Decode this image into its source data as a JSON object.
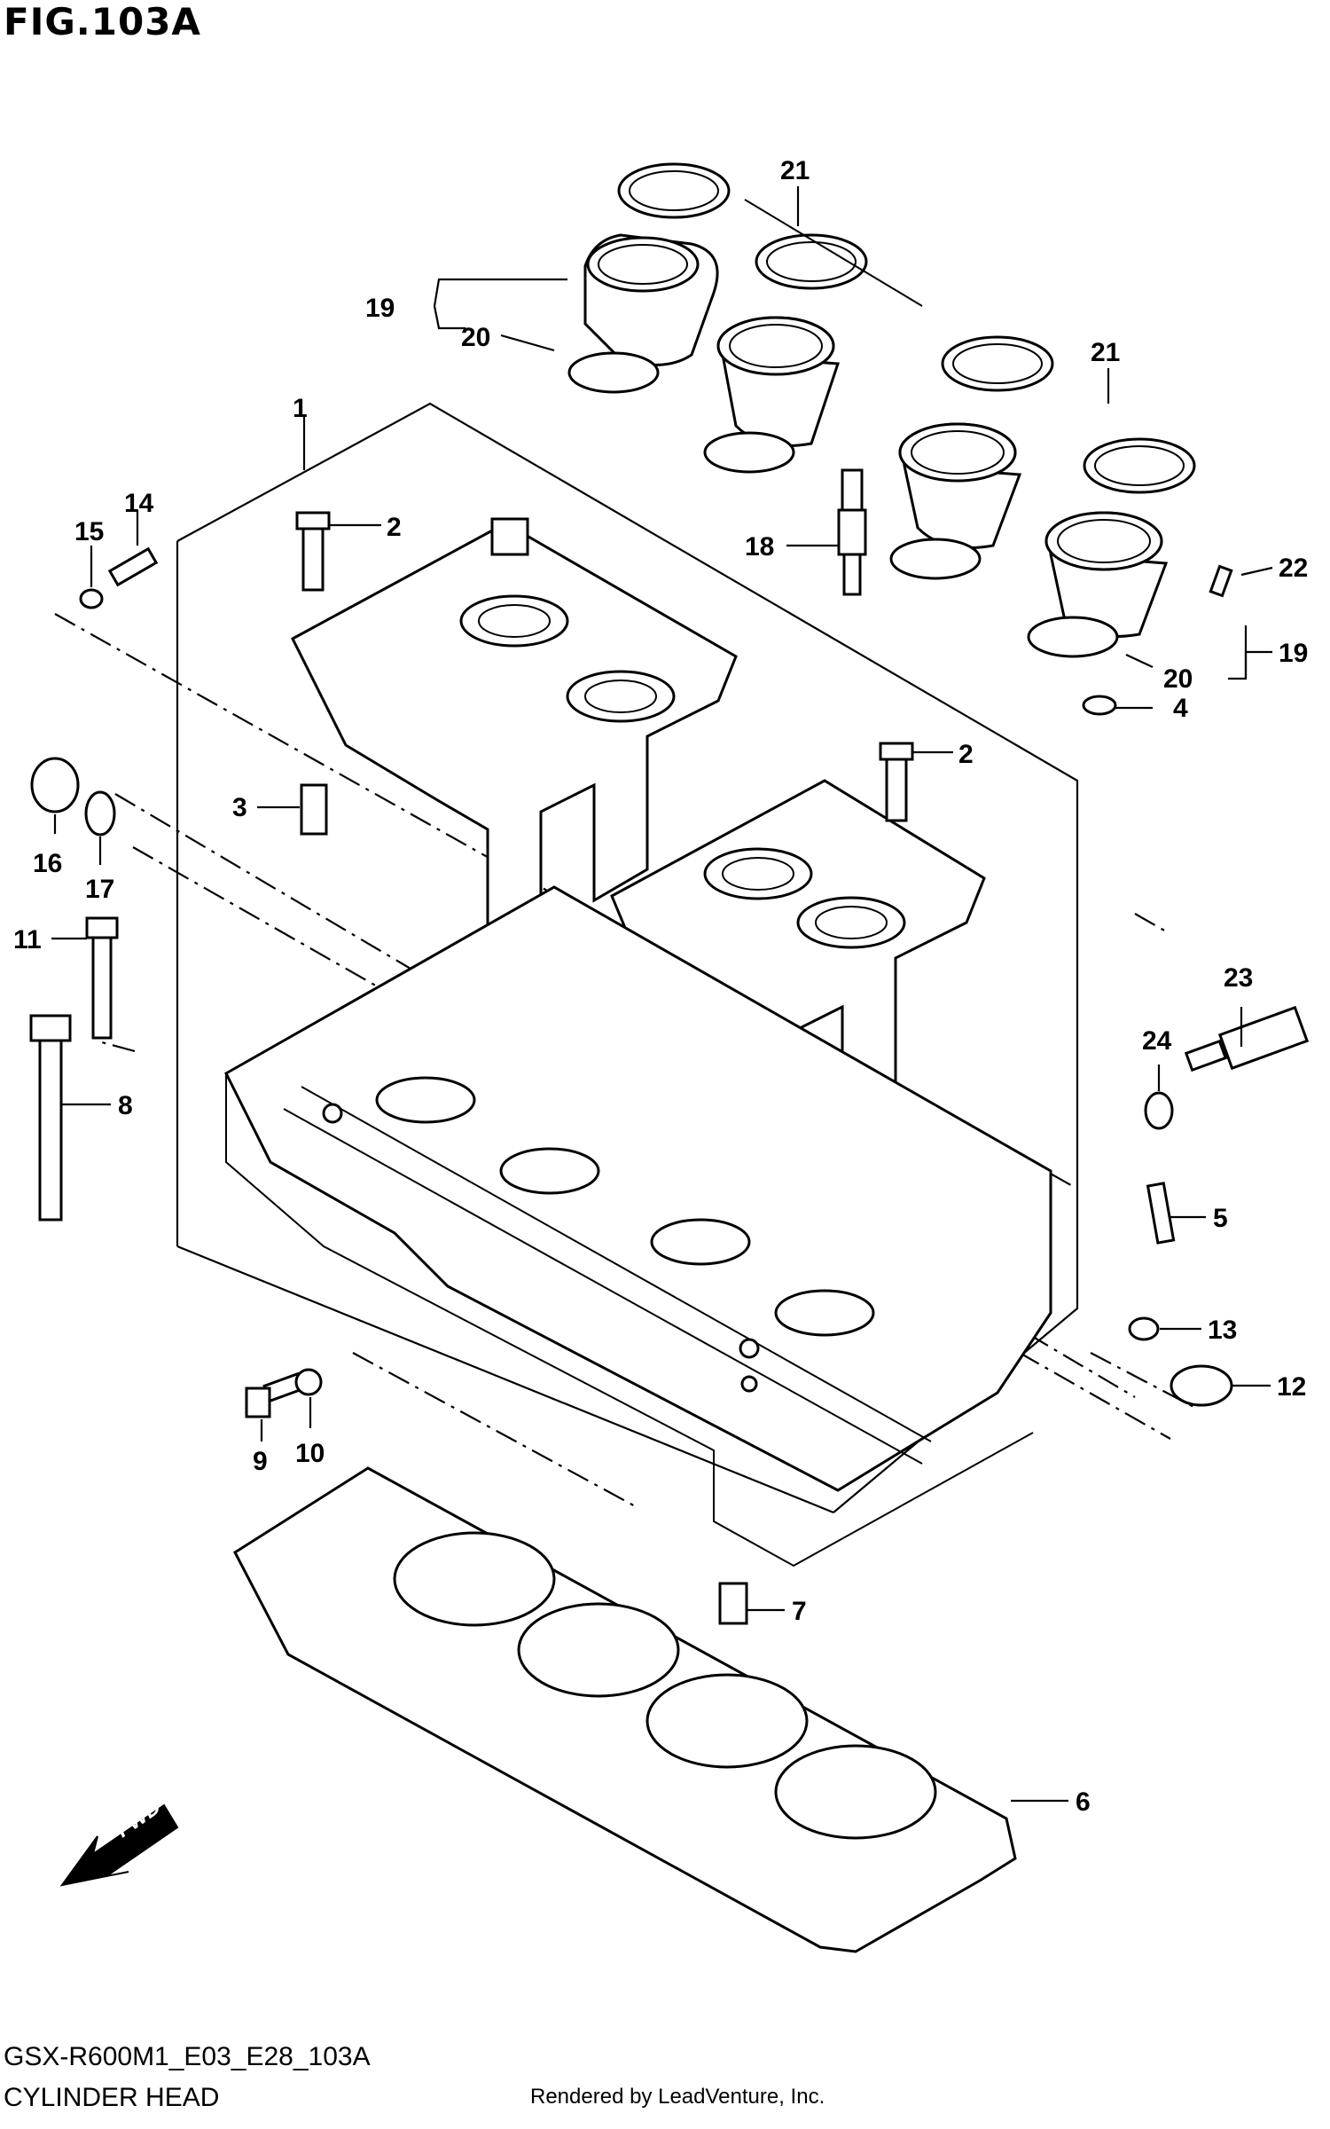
{
  "figure": {
    "title": "FIG.103A",
    "code": "GSX-R600M1_E03_E28_103A",
    "name": "CYLINDER HEAD",
    "rendered_by": "Rendered by LeadVenture, Inc."
  },
  "direction_marker": {
    "label": "FWD",
    "icon": "arrow-down-left-icon"
  },
  "callouts": [
    {
      "number": "1"
    },
    {
      "number": "2"
    },
    {
      "number": "2"
    },
    {
      "number": "3"
    },
    {
      "number": "4"
    },
    {
      "number": "5"
    },
    {
      "number": "6"
    },
    {
      "number": "7"
    },
    {
      "number": "8"
    },
    {
      "number": "9"
    },
    {
      "number": "10"
    },
    {
      "number": "11"
    },
    {
      "number": "12"
    },
    {
      "number": "13"
    },
    {
      "number": "14"
    },
    {
      "number": "15"
    },
    {
      "number": "16"
    },
    {
      "number": "17"
    },
    {
      "number": "18"
    },
    {
      "number": "19"
    },
    {
      "number": "19"
    },
    {
      "number": "20"
    },
    {
      "number": "20"
    },
    {
      "number": "21"
    },
    {
      "number": "21"
    },
    {
      "number": "22"
    },
    {
      "number": "23"
    },
    {
      "number": "24"
    }
  ]
}
